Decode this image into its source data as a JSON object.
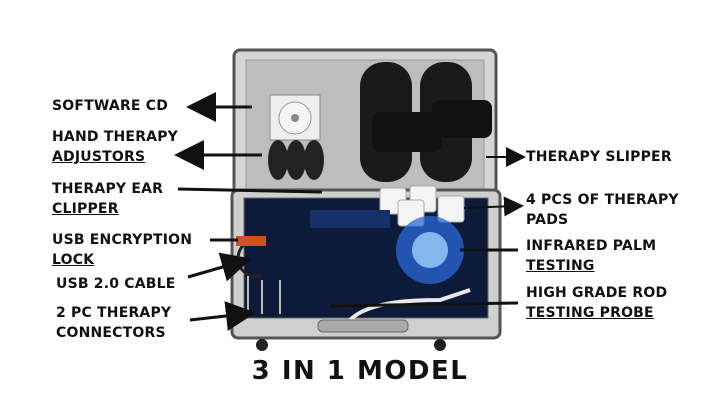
{
  "labels": {
    "software_cd": "SOFTWARE CD",
    "hand_therapy_1": "HAND THERAPY",
    "hand_therapy_2": "ADJUSTORS",
    "ear_clipper_1": "THERAPY EAR",
    "ear_clipper_2": "CLIPPER",
    "usb_lock_1": "USB ENCRYPTION",
    "usb_lock_2": "LOCK",
    "usb_cable": "USB 2.0 CABLE",
    "connectors_1": "2 PC THERAPY",
    "connectors_2": "CONNECTORS",
    "slipper": "THERAPY SLIPPER",
    "pads_1": "4 PCS OF THERAPY",
    "pads_2": "PADS",
    "palm_1": "INFRARED PALM",
    "palm_2": "TESTING",
    "probe_1": "HIGH GRADE ROD",
    "probe_2": "TESTING PROBE"
  },
  "title": "3 IN 1 MODEL"
}
